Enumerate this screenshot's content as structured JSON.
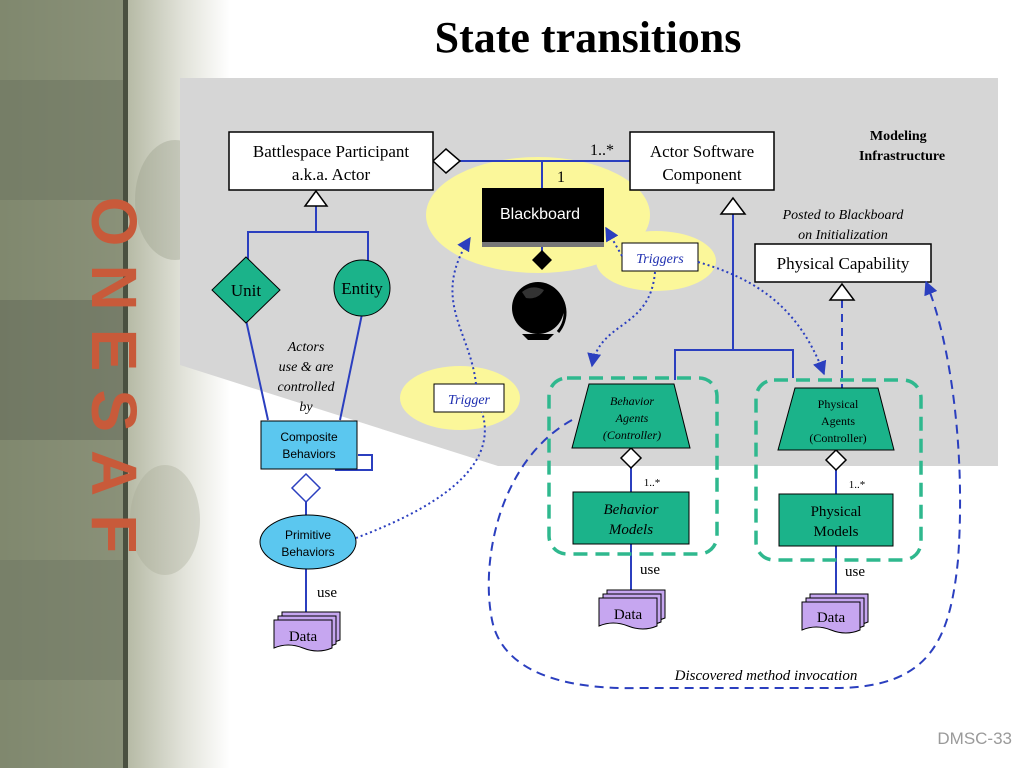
{
  "title": "State transitions",
  "sidebar_logo": "ONESAF",
  "footer": "DMSC-33",
  "modeling_infrastructure": [
    "Modeling",
    "Infrastructure"
  ],
  "nodes": {
    "battlespace_participant": [
      "Battlespace Participant",
      "a.k.a. Actor"
    ],
    "actor_software_component": [
      "Actor Software",
      "Component"
    ],
    "blackboard": "Blackboard",
    "unit": "Unit",
    "entity": "Entity",
    "actors_note": [
      "Actors",
      "use & are",
      "controlled",
      "by"
    ],
    "composite_behaviors": [
      "Composite",
      "Behaviors"
    ],
    "primitive_behaviors": [
      "Primitive",
      "Behaviors"
    ],
    "physical_capability": "Physical Capability",
    "posted_note": [
      "Posted to Blackboard",
      "on Initialization"
    ],
    "behavior_agents": [
      "Behavior",
      "Agents",
      "(Controller)"
    ],
    "physical_agents": [
      "Physical",
      "Agents",
      "(Controller)"
    ],
    "behavior_models": [
      "Behavior",
      "Models"
    ],
    "physical_models": [
      "Physical",
      "Models"
    ],
    "data_left": "Data",
    "data_mid": "Data",
    "data_right": "Data"
  },
  "labels": {
    "multiplicity_top": "1..*",
    "multiplicity_one": "1",
    "multiplicity_behavior": "1..*",
    "multiplicity_physical": "1..*",
    "triggers": "Triggers",
    "trigger": "Trigger",
    "use_left": "use",
    "use_mid": "use",
    "use_right": "use",
    "discovered": "Discovered method invocation"
  },
  "colors": {
    "infra_bg": "#d6d6d6",
    "teal": "#1bb38a",
    "cyan": "#5bc7ef",
    "purple": "#c6a6f0",
    "yellow": "#fbf79a",
    "line_blue": "#2b3fbf",
    "dashed_green": "#2fb88e"
  }
}
